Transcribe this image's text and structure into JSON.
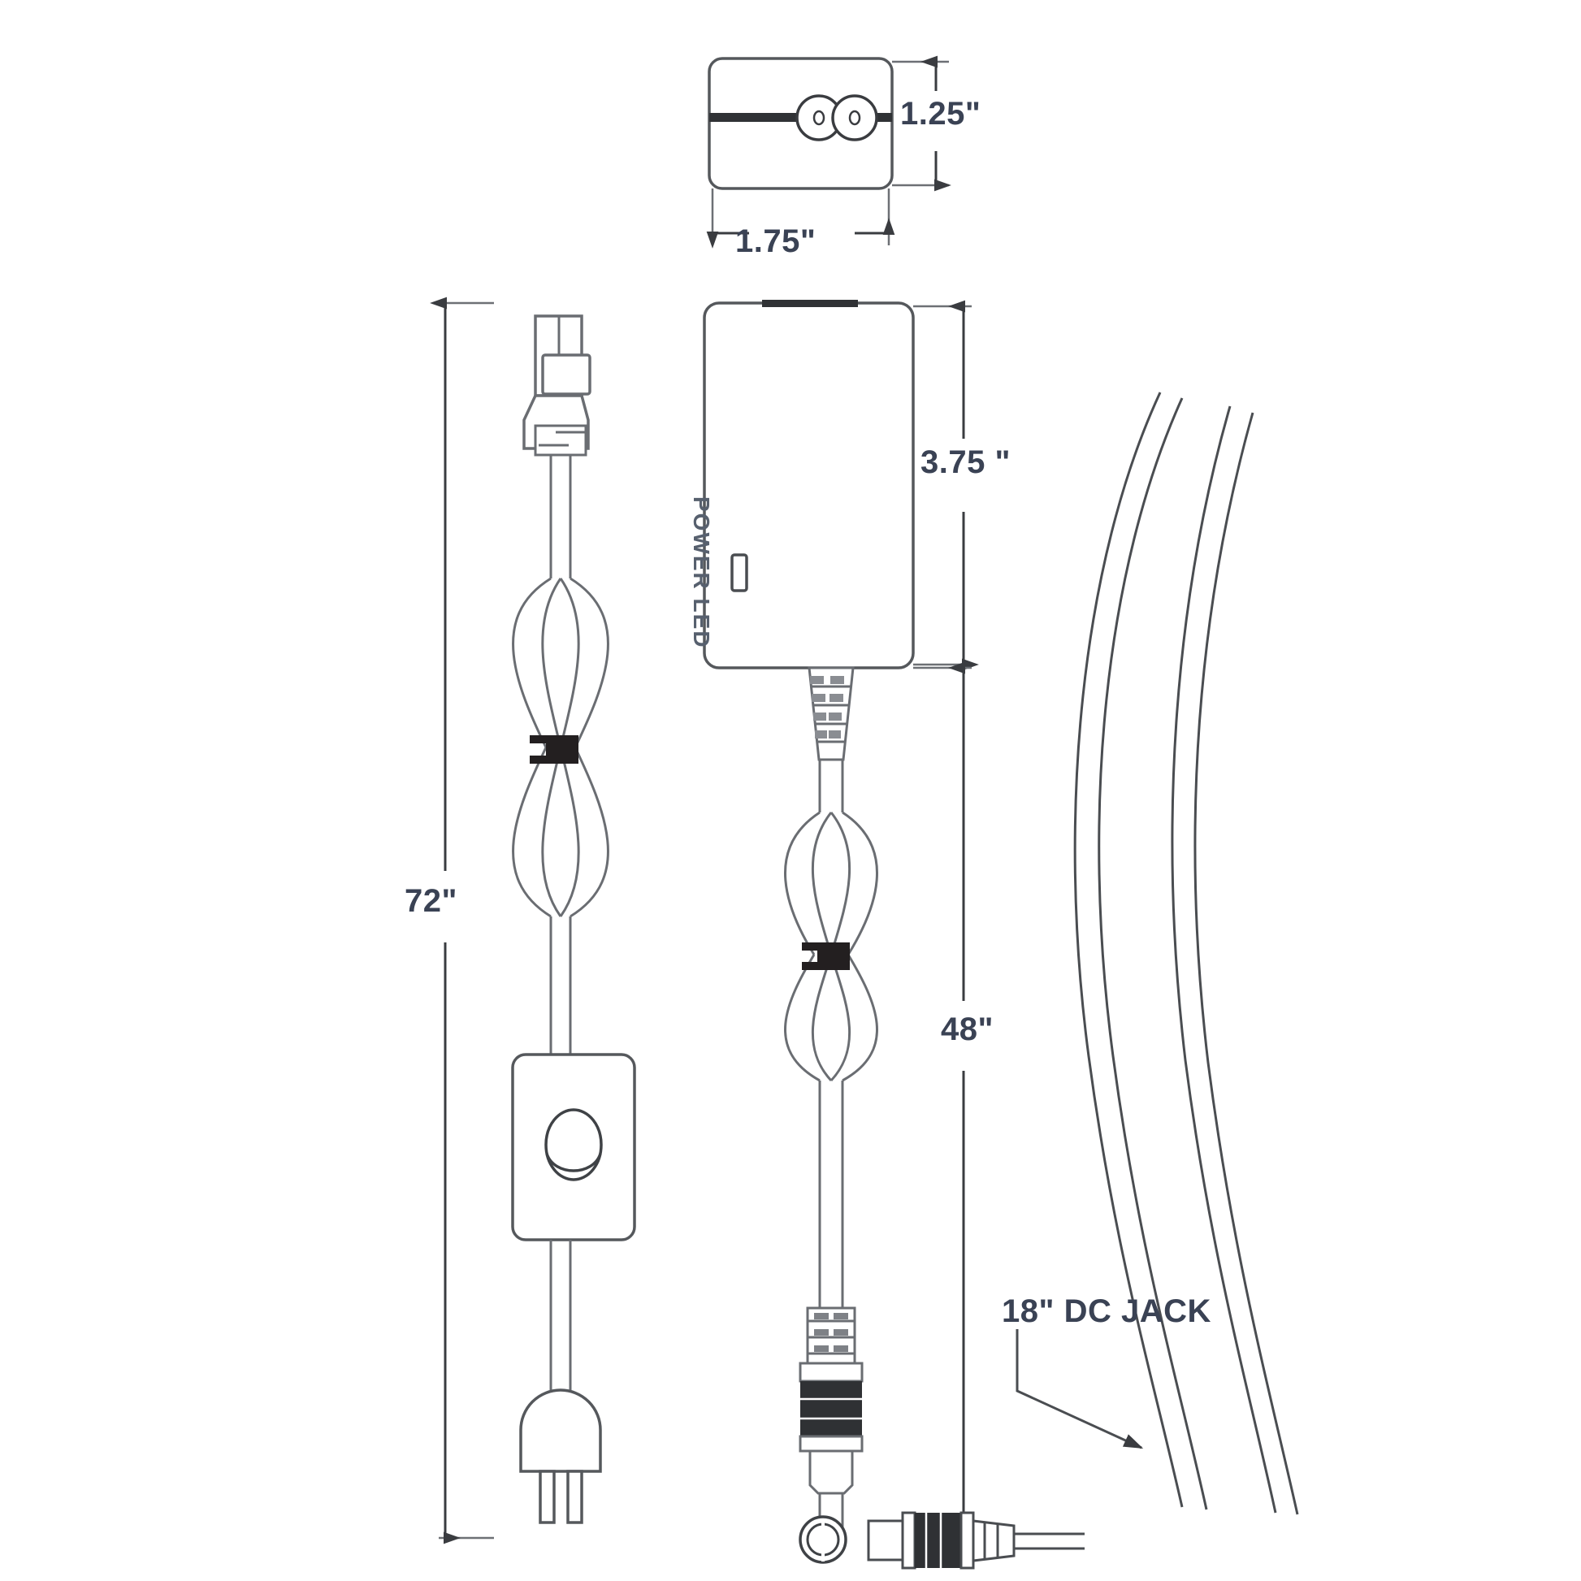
{
  "drawing": {
    "title": "Power supply assembly dimensional drawing",
    "colors": {
      "dimension_text": "#3a4254",
      "line": "#55585c",
      "line_dark": "#333538",
      "fill": "#ffffff",
      "grip_dark": "#2f3134",
      "label_text": "#57606e"
    }
  },
  "top_view": {
    "name": "adapter-top-view",
    "height_label": "1.25\"",
    "width_label": "1.75\"",
    "port_count": 2
  },
  "front_view": {
    "name": "adapter-front-view",
    "body_height_label": "3.75 \"",
    "led_label": "POWER LED"
  },
  "ac_cord": {
    "name": "ac-power-cord",
    "length_label": "72\"",
    "connector": "iec-c7-figure-8",
    "inline_switch": "rocker-switch",
    "plug": "two-prong-plug"
  },
  "dc_cord": {
    "name": "dc-output-cord",
    "length_label": "48\"",
    "connector": "dc-barrel-plug"
  },
  "dc_jack": {
    "name": "dc-jack-extension",
    "label": "18\" DC JACK"
  }
}
